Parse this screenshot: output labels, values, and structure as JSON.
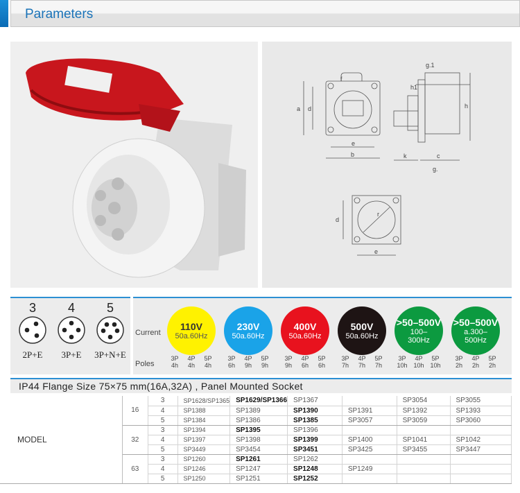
{
  "header": {
    "title": "Parameters"
  },
  "drawing": {
    "labels": {
      "a": "a",
      "b": "b",
      "c": "c",
      "d": "d",
      "e": "e",
      "f": "f",
      "g": "g.",
      "g1": "g.1",
      "h": "h",
      "h1": "h1",
      "k": "k",
      "r": "r"
    }
  },
  "pins": [
    {
      "count": "3",
      "label": "2P+E"
    },
    {
      "count": "4",
      "label": "3P+E"
    },
    {
      "count": "5",
      "label": "3P+N+E"
    }
  ],
  "current": {
    "current_label": "Current",
    "poles_label": "Poles",
    "items": [
      {
        "voltage": "110V",
        "freq": "50a.60Hz",
        "color": "#fff200",
        "text_color": "#333",
        "freq_color": "#555",
        "poles": [
          [
            "3P",
            "4h"
          ],
          [
            "4P",
            "4h"
          ],
          [
            "5P",
            "4h"
          ]
        ]
      },
      {
        "voltage": "230V",
        "freq": "50a.60Hz",
        "color": "#1aa3e8",
        "text_color": "#fff",
        "freq_color": "#fff",
        "poles": [
          [
            "3P",
            "6h"
          ],
          [
            "4P",
            "9h"
          ],
          [
            "5P",
            "9h"
          ]
        ]
      },
      {
        "voltage": "400V",
        "freq": "50a.60Hz",
        "color": "#e8121e",
        "text_color": "#fff",
        "freq_color": "#fff",
        "poles": [
          [
            "3P",
            "9h"
          ],
          [
            "4P",
            "6h"
          ],
          [
            "5P",
            "6h"
          ]
        ]
      },
      {
        "voltage": "500V",
        "freq": "50a.60Hz",
        "color": "#1e1414",
        "text_color": "#fff",
        "freq_color": "#fff",
        "poles": [
          [
            "3P",
            "7h"
          ],
          [
            "4P",
            "7h"
          ],
          [
            "5P",
            "7h"
          ]
        ]
      },
      {
        "voltage": ">50–500V",
        "freq": "100–\n300Hz",
        "color": "#0c9a40",
        "text_color": "#fff",
        "freq_color": "#fff",
        "poles": [
          [
            "3P",
            "10h"
          ],
          [
            "4P",
            "10h"
          ],
          [
            "5P",
            "10h"
          ]
        ]
      },
      {
        "voltage": ">50–500V",
        "freq": "a.300–\n500Hz",
        "color": "#0c9a40",
        "text_color": "#fff",
        "freq_color": "#fff",
        "poles": [
          [
            "3P",
            "2h"
          ],
          [
            "4P",
            "2h"
          ],
          [
            "5P",
            "2h"
          ]
        ]
      }
    ]
  },
  "subtitle": "IP44 Flange Size   75×75 mm(16A,32A) , Panel Mounted Socket",
  "table": {
    "model_label": "MODEL",
    "groups": [
      {
        "amp": "16",
        "rows": [
          {
            "poles": "3",
            "cells": [
              "SP1628/SP1365",
              "SP1629/SP1366",
              "SP1367",
              "",
              "SP3054",
              "SP3055"
            ],
            "bold": [
              1
            ]
          },
          {
            "poles": "4",
            "cells": [
              "SP1388",
              "SP1389",
              "SP1390",
              "SP1391",
              "SP1392",
              "SP1393"
            ],
            "bold": [
              2
            ]
          },
          {
            "poles": "5",
            "cells": [
              "SP1384",
              "SP1386",
              "SP1385",
              "SP3057",
              "SP3059",
              "SP3060"
            ],
            "bold": [
              2
            ]
          }
        ]
      },
      {
        "amp": "32",
        "rows": [
          {
            "poles": "3",
            "cells": [
              "SP1394",
              "SP1395",
              "SP1396",
              "",
              "",
              ""
            ],
            "bold": [
              1
            ]
          },
          {
            "poles": "4",
            "cells": [
              "SP1397",
              "SP1398",
              "SP1399",
              "SP1400",
              "SP1041",
              "SP1042"
            ],
            "bold": [
              2
            ]
          },
          {
            "poles": "5",
            "cells": [
              "SP3449",
              "SP3454",
              "SP3451",
              "SP3425",
              "SP3455",
              "SP3447"
            ],
            "bold": [
              2
            ]
          }
        ]
      },
      {
        "amp": "63",
        "rows": [
          {
            "poles": "3",
            "cells": [
              "SP1260",
              "SP1261",
              "SP1262",
              "",
              "",
              ""
            ],
            "bold": [
              1
            ]
          },
          {
            "poles": "4",
            "cells": [
              "SP1246",
              "SP1247",
              "SP1248",
              "SP1249",
              "",
              ""
            ],
            "bold": [
              2
            ]
          },
          {
            "poles": "5",
            "cells": [
              "SP1250",
              "SP1251",
              "SP1252",
              "",
              "",
              ""
            ],
            "bold": [
              2
            ]
          }
        ]
      }
    ]
  }
}
